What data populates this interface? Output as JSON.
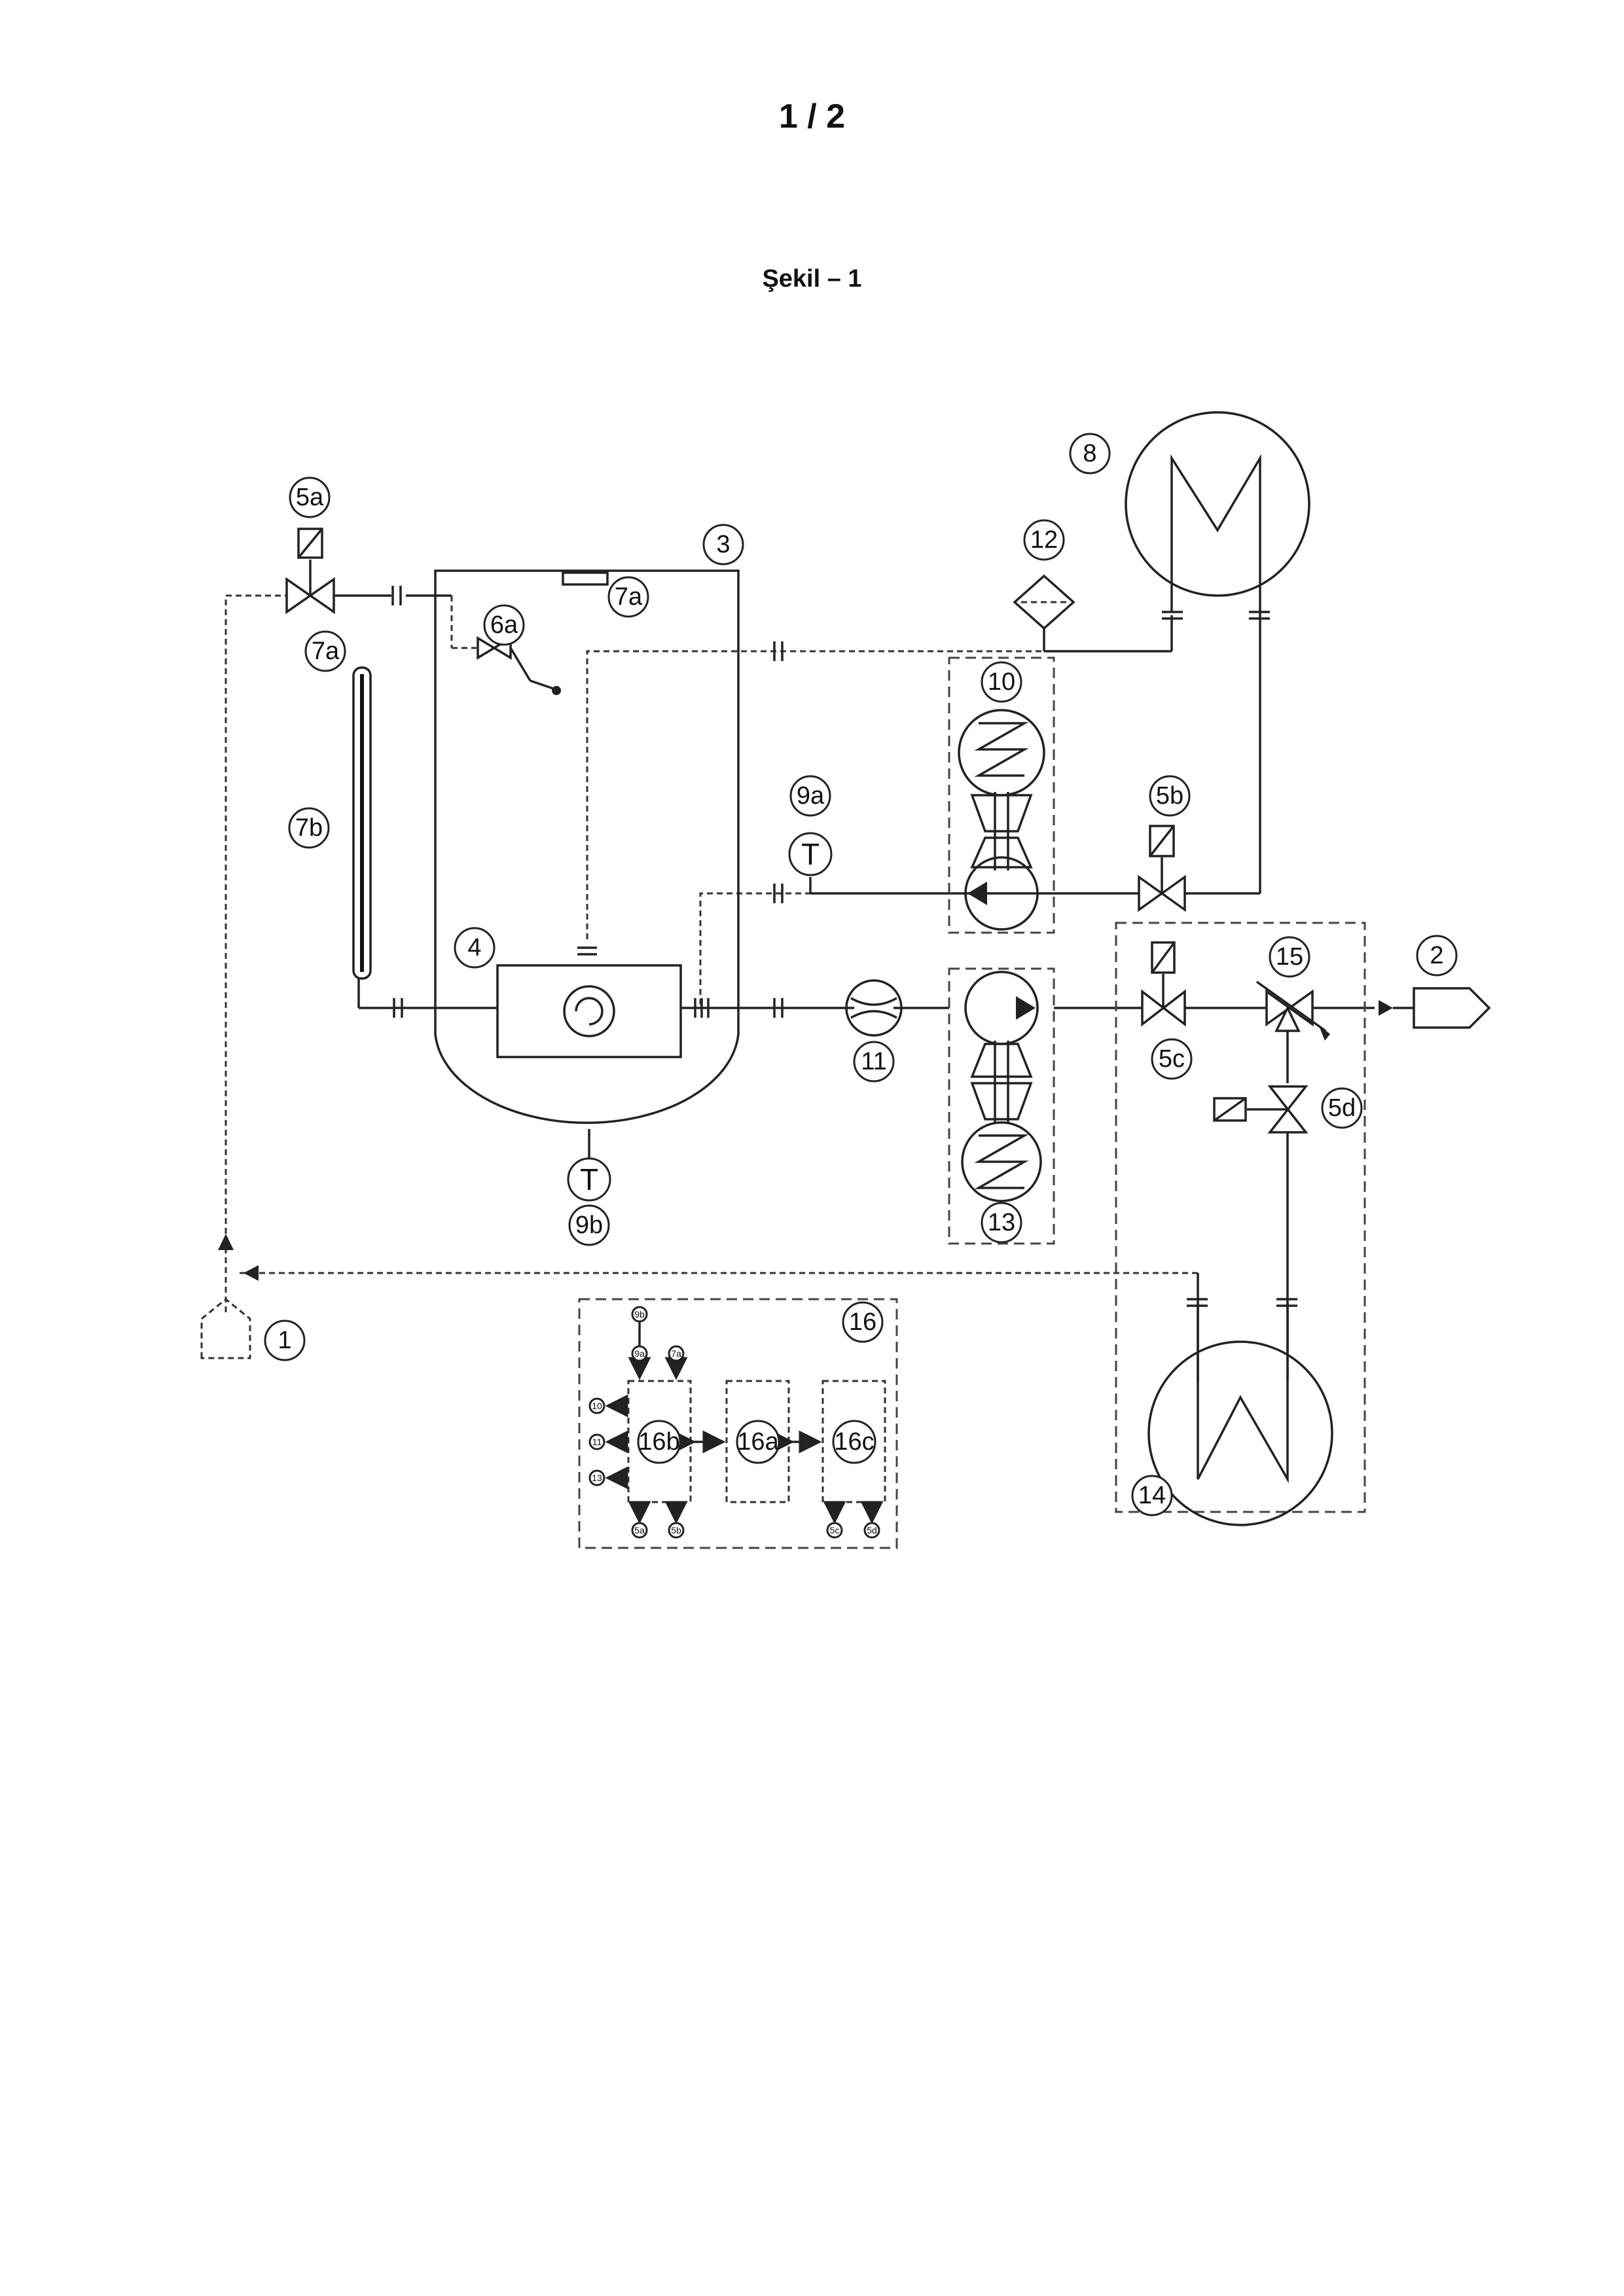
{
  "page": {
    "number": "1 / 2",
    "figure_title": "Şekil – 1"
  },
  "labels": {
    "l1": "1",
    "l2": "2",
    "l3": "3",
    "l4": "4",
    "l5a": "5a",
    "l5b": "5b",
    "l5c": "5c",
    "l5d": "5d",
    "l6a": "6a",
    "l7a_top": "7a",
    "l7a_left": "7a",
    "l7b": "7b",
    "l8": "8",
    "l9a": "9a",
    "l9b": "9b",
    "l10": "10",
    "l11": "11",
    "l12": "12",
    "l13": "13",
    "l14": "14",
    "l15": "15",
    "l16": "16",
    "l16a": "16a",
    "l16b": "16b",
    "l16c": "16c"
  },
  "symbols": {
    "temp": "T"
  },
  "controller_io": {
    "top_in": [
      "9b",
      "9a",
      "7a"
    ],
    "left_out": [
      "10",
      "11",
      "13"
    ],
    "bottom_b": [
      "5a",
      "5b"
    ],
    "bottom_c": [
      "5c",
      "5d"
    ]
  }
}
